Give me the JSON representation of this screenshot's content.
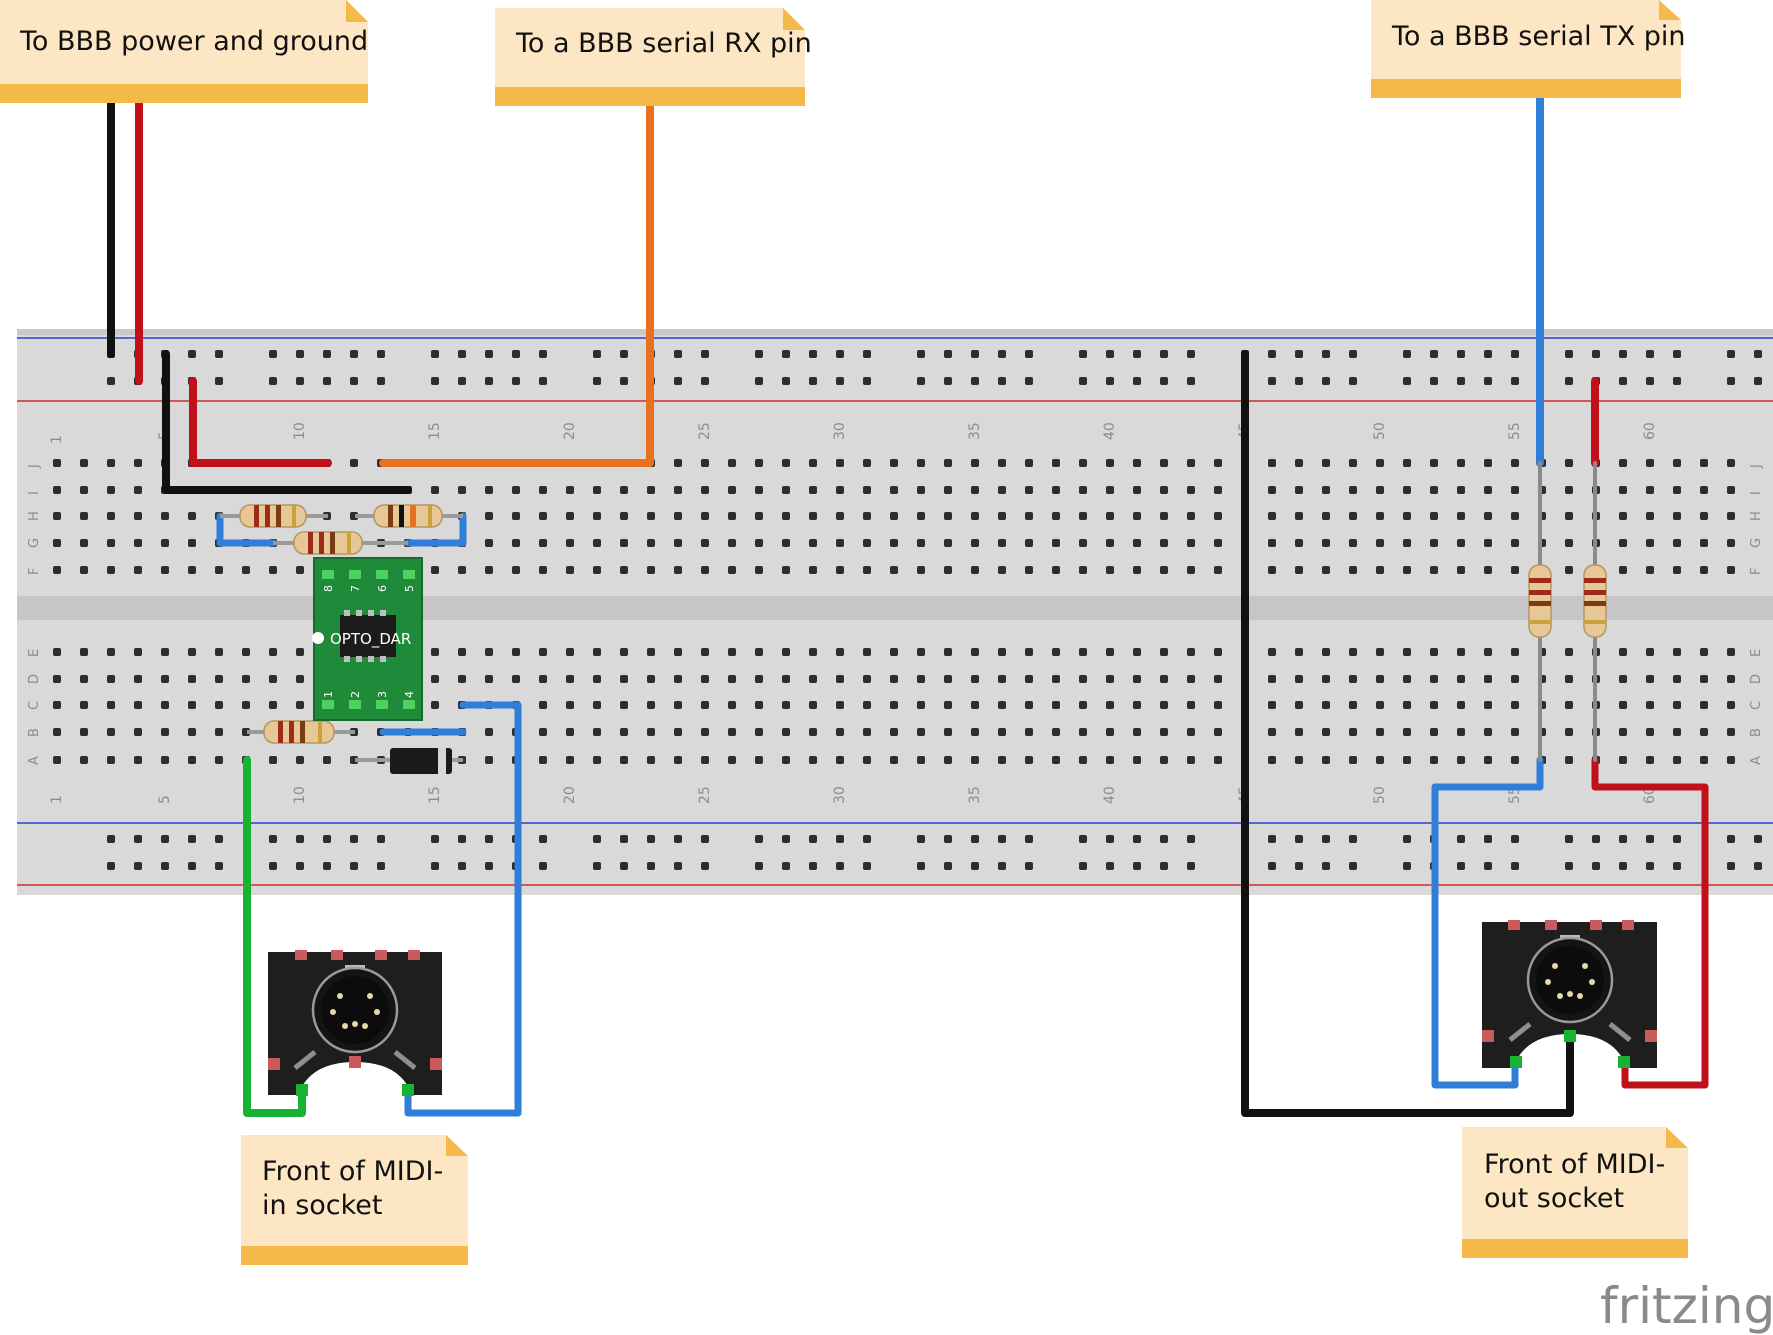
{
  "notes": {
    "power": "To BBB power and ground",
    "rx": "To a BBB serial RX pin",
    "tx": "To a BBB serial TX pin",
    "midi_in": [
      "Front of MIDI-",
      "in socket"
    ],
    "midi_out": [
      "Front of MIDI-",
      "out socket"
    ]
  },
  "chip_label": "OPTO_DAR",
  "chip_pins_top": [
    "8",
    "7",
    "6",
    "5"
  ],
  "chip_pins_bottom": [
    "1",
    "2",
    "3",
    "4"
  ],
  "breadboard": {
    "column_numbers": [
      "1",
      "5",
      "10",
      "15",
      "20",
      "25",
      "30",
      "35",
      "40",
      "45",
      "50",
      "55",
      "60"
    ],
    "top_rows": [
      "J",
      "I",
      "H",
      "G",
      "F"
    ],
    "bottom_rows": [
      "E",
      "D",
      "C",
      "B",
      "A"
    ]
  },
  "brand": "fritzing",
  "colors": {
    "note_body": "#fde6c3",
    "note_band": "#f5b94a",
    "board": "#d9d9d9",
    "wire_black": "#111111",
    "wire_red": "#c0111a",
    "wire_orange": "#e8701e",
    "wire_blue": "#2f7fd8",
    "wire_green": "#18b333",
    "chip_board": "#1f8a3a",
    "socket": "#1e1e1e"
  }
}
